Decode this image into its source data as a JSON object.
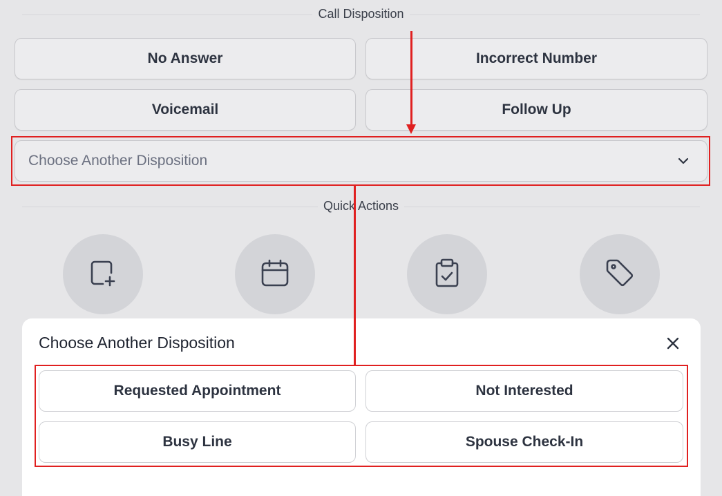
{
  "disposition": {
    "header": "Call Disposition",
    "buttons": {
      "no_answer": "No Answer",
      "incorrect_number": "Incorrect Number",
      "voicemail": "Voicemail",
      "follow_up": "Follow Up"
    },
    "select_placeholder": "Choose Another Disposition"
  },
  "quick_actions": {
    "header": "Quick Actions",
    "icons": [
      "add-note-icon",
      "calendar-icon",
      "clipboard-check-icon",
      "tag-icon"
    ]
  },
  "sheet": {
    "title": "Choose Another Disposition",
    "options": {
      "requested_appointment": "Requested Appointment",
      "not_interested": "Not Interested",
      "busy_line": "Busy Line",
      "spouse_check_in": "Spouse Check-In"
    }
  },
  "colors": {
    "background": "#e6e6e8",
    "annotation": "#e02020",
    "text": "#2d3340"
  }
}
